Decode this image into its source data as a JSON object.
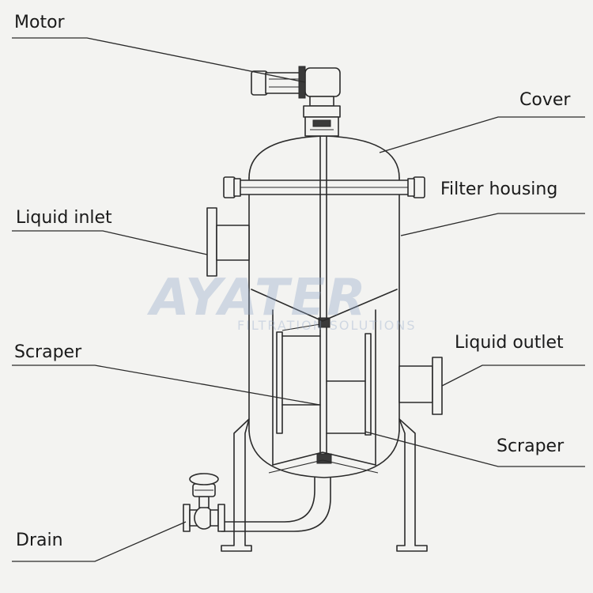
{
  "labels": {
    "motor": "Motor",
    "cover": "Cover",
    "filter_housing": "Filter housing",
    "liquid_inlet": "Liquid inlet",
    "liquid_outlet": "Liquid outlet",
    "scraper_left": "Scraper",
    "scraper_right": "Scraper",
    "drain": "Drain"
  },
  "watermark": {
    "brand": "AYATER",
    "subtitle": "FILTRATION SOLUTIONS"
  }
}
